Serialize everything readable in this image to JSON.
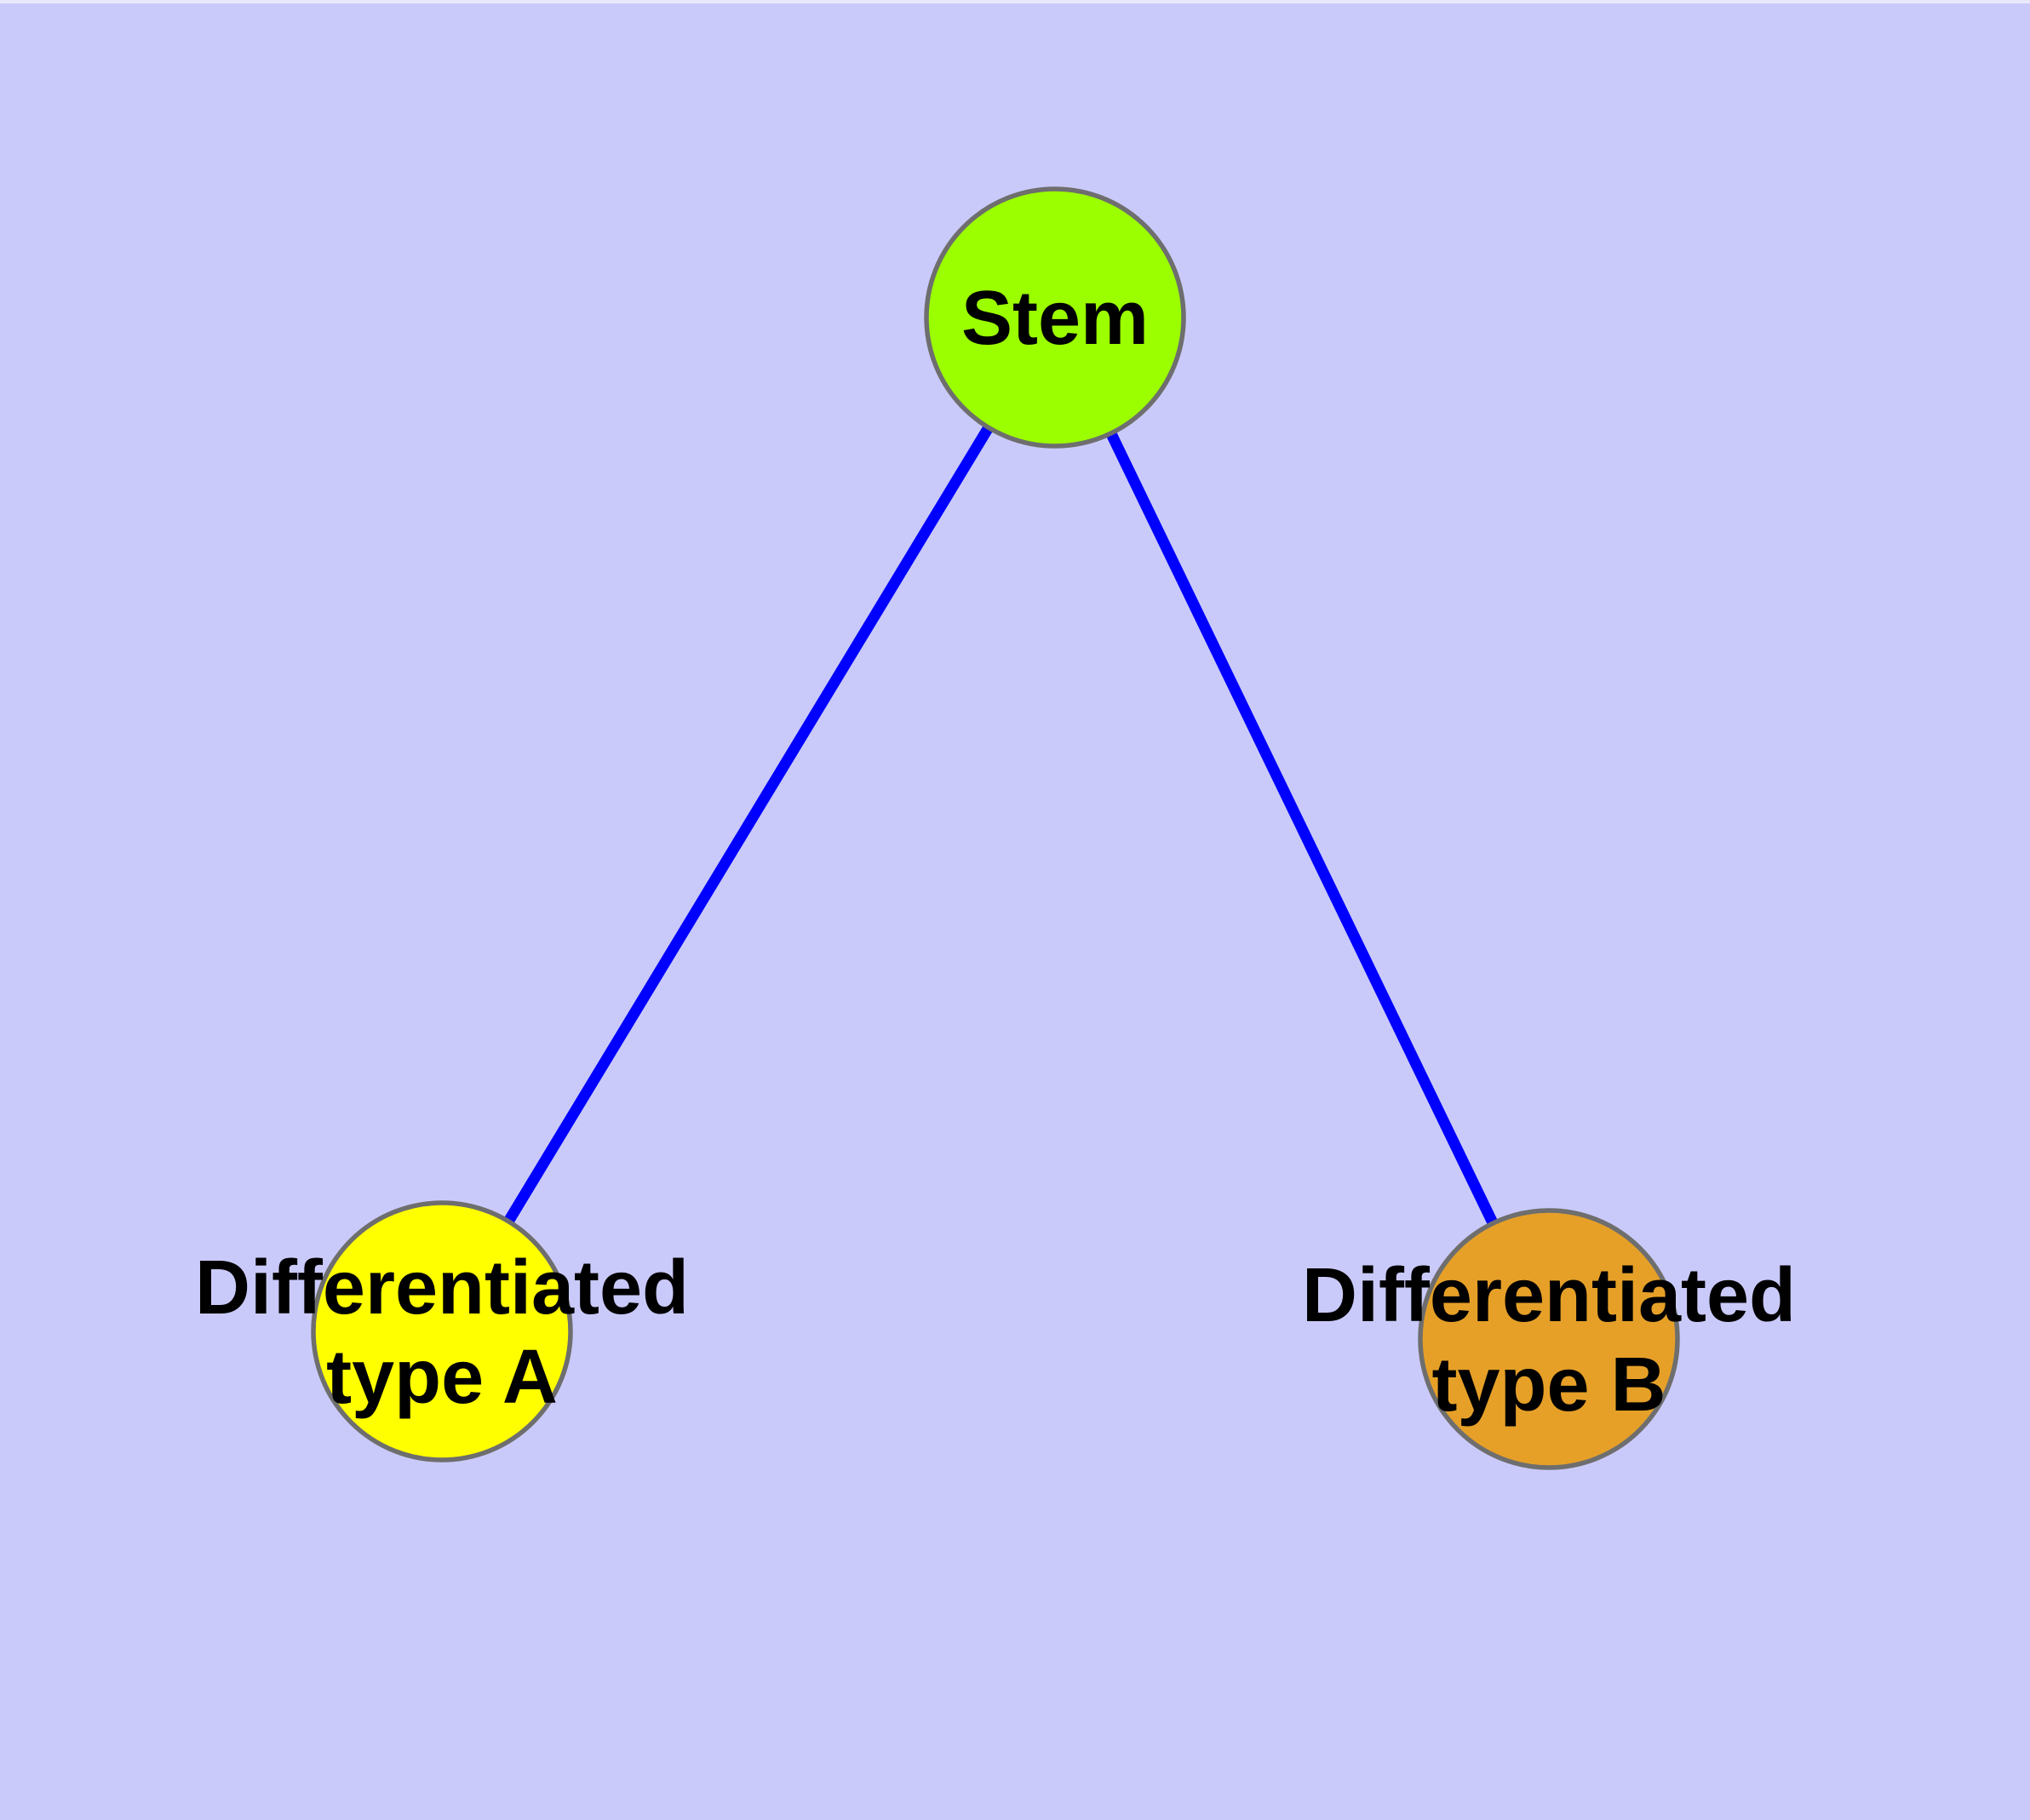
{
  "diagram": {
    "background_color": "#CACAFA",
    "top_edge_strip_color": "#E9E9FB",
    "text_color": "#000000",
    "node_border_color": "#6E6E6E",
    "nodes": [
      {
        "id": "stem",
        "label_line1": "Stem",
        "label_line2": "",
        "fill": "#9BFF00"
      },
      {
        "id": "type-a",
        "label_line1": "Differentiated",
        "label_line2": "type A",
        "fill": "#FFFF00"
      },
      {
        "id": "type-b",
        "label_line1": "Differentiated",
        "label_line2": "type B",
        "fill": "#E6A028"
      }
    ],
    "edges": [
      {
        "from": "stem",
        "to": "type-a",
        "color": "#0000FF"
      },
      {
        "from": "stem",
        "to": "type-b",
        "color": "#0000FF"
      }
    ]
  }
}
